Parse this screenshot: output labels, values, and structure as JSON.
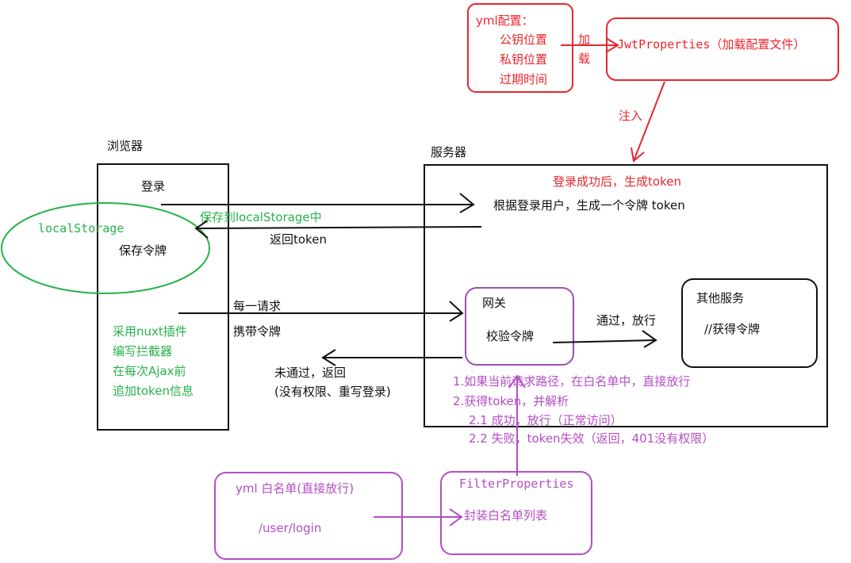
{
  "colors": {
    "red": "#e8262c",
    "green": "#27b24a",
    "purple": "#b44ec4",
    "black": "#111111"
  },
  "browser": {
    "title": "浏览器",
    "login": "登录",
    "save_token": "保存令牌",
    "local_storage": "localStorage",
    "nuxt_lines": [
      "采用nuxt插件",
      "编写拦截器",
      "在每次Ajax前",
      "追加token信息"
    ]
  },
  "server": {
    "title": "服务器",
    "login_success": "登录成功后，生成token",
    "generate_token": "根据登录用户，生成一个令牌 token",
    "gateway_title": "网关",
    "gateway_verify": "校验令牌",
    "other_title": "其他服务",
    "other_sub": "//获得令牌",
    "pass": "通过，放行"
  },
  "config": {
    "yml_title": "yml配置：",
    "yml_items": [
      "公钥位置",
      "私钥位置",
      "过期时间"
    ],
    "load_label": [
      "加",
      "载"
    ],
    "jwt_properties": "JwtProperties（加载配置文件）",
    "inject": "注入"
  },
  "flows": {
    "save_to_storage": "保存到localStorage中",
    "return_token": "返回token",
    "each_request": "每一请求",
    "carry_token": "携带令牌",
    "not_passed": "未通过，返回",
    "not_passed_detail": "(没有权限、重写登录)"
  },
  "rules": [
    "1.如果当前请求路径，在白名单中，直接放行",
    "2.获得token，并解析",
    "2.1 成功，放行（正常访问）",
    "2.2 失败，token失效（返回，401没有权限）"
  ],
  "whitelist": {
    "title": "yml 白名单(直接放行)",
    "path": "/user/login",
    "filter_properties": "FilterProperties",
    "filter_desc": "封装白名单列表"
  }
}
